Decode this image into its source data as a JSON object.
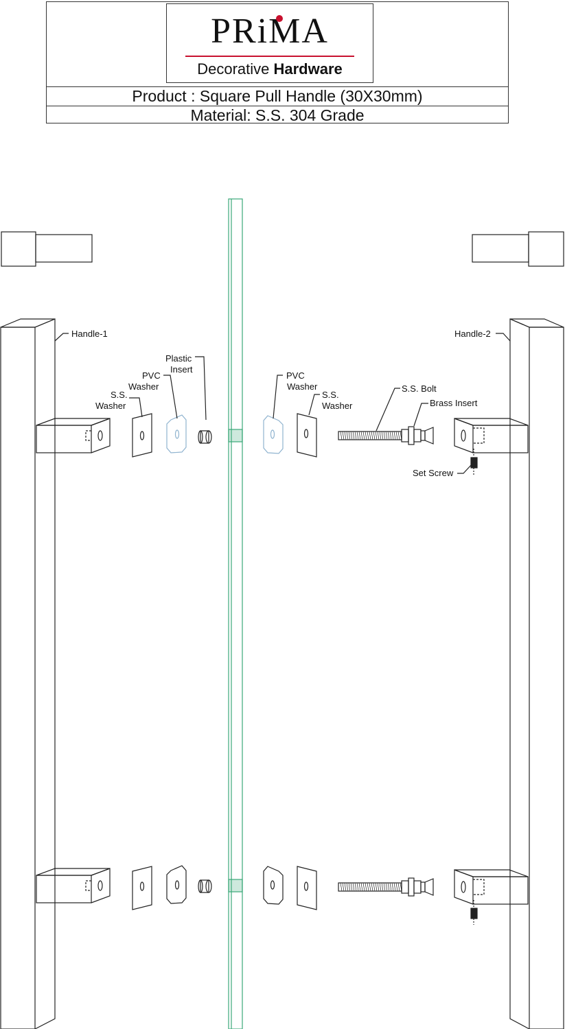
{
  "header": {
    "brand": "PRiMA",
    "tagline_light": "Decorative ",
    "tagline_bold": "Hardware",
    "product_line": "Product : Square Pull Handle (30X30mm)",
    "material_line": "Material: S.S. 304 Grade"
  },
  "labels": {
    "handle_1": "Handle-1",
    "handle_2": "Handle-2",
    "plastic_insert_1": "Plastic",
    "plastic_insert_2": "Insert",
    "pvc_washer_left_1": "PVC",
    "pvc_washer_left_2": "Washer",
    "ss_washer_left_1": "S.S.",
    "ss_washer_left_2": "Washer",
    "pvc_washer_right_1": "PVC",
    "pvc_washer_right_2": "Washer",
    "ss_washer_right_1": "S.S.",
    "ss_washer_right_2": "Washer",
    "ss_bolt": "S.S. Bolt",
    "brass_insert": "Brass Insert",
    "set_screw": "Set Screw"
  },
  "colors": {
    "line": "#222222",
    "glass": "#3aa878",
    "pvc": "#8fb3cf",
    "brand_red": "#c8102e"
  }
}
